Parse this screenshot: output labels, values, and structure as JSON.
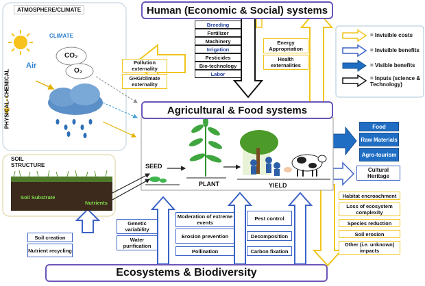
{
  "titles": {
    "human": "Human (Economic & Social) systems",
    "agri": "Agricultural & Food systems",
    "eco": "Ecosystems & Biodiversity"
  },
  "atmosphere": {
    "label": "ATMOSPHERE/CLIMATE",
    "climate": "CLIMATE",
    "air": "Air",
    "co2": "CO₂",
    "o2": "O₂",
    "side_label": "PHYSICAL- CHEMICAL"
  },
  "soil": {
    "label_line1": "SOIL",
    "label_line2": "STRUCTURE",
    "substrate": "Soil Substrate",
    "nutrients": "Nutrients"
  },
  "inputs": [
    "Breeding",
    "Fertilizer",
    "Machinery",
    "Irrigation",
    "Pesticides",
    "Bio-technology",
    "Labor"
  ],
  "externalities_left": [
    "Pollution externality",
    "GHG/climate externality"
  ],
  "externalities_right": [
    "Energy Appropriation",
    "Health externalities"
  ],
  "stages": {
    "seed": "SEED",
    "plant": "PLANT",
    "yield": "YIELD"
  },
  "legend": [
    "= Invisible costs",
    "= Invisible benefits",
    "= Visible benefits",
    "= Inputs (science & Technology)"
  ],
  "visible_benefits": [
    "Food",
    "Raw Materials",
    "Agro-tourism"
  ],
  "cultural": "Cultural Heritage",
  "costs_right": [
    "Habitat encroachment",
    "Loss of ecosystem complexity",
    "Species reduction",
    "Soil erosion",
    "Other (i.e. unknown) impacts"
  ],
  "services": {
    "col1": [
      "Soil creation",
      "Nutrient recycling"
    ],
    "col2": [
      "Genetic variability",
      "Water purification"
    ],
    "col3": [
      "Moderation of extreme events",
      "Erosion prevention",
      "Pollination"
    ],
    "col4": [
      "Pest control",
      "Decomposition",
      "Carbon fixation"
    ]
  },
  "colors": {
    "cost": "#f0c419",
    "benefit": "#3a62c6",
    "visible": "#1f6ec4",
    "title_border": "#6a55b8"
  }
}
